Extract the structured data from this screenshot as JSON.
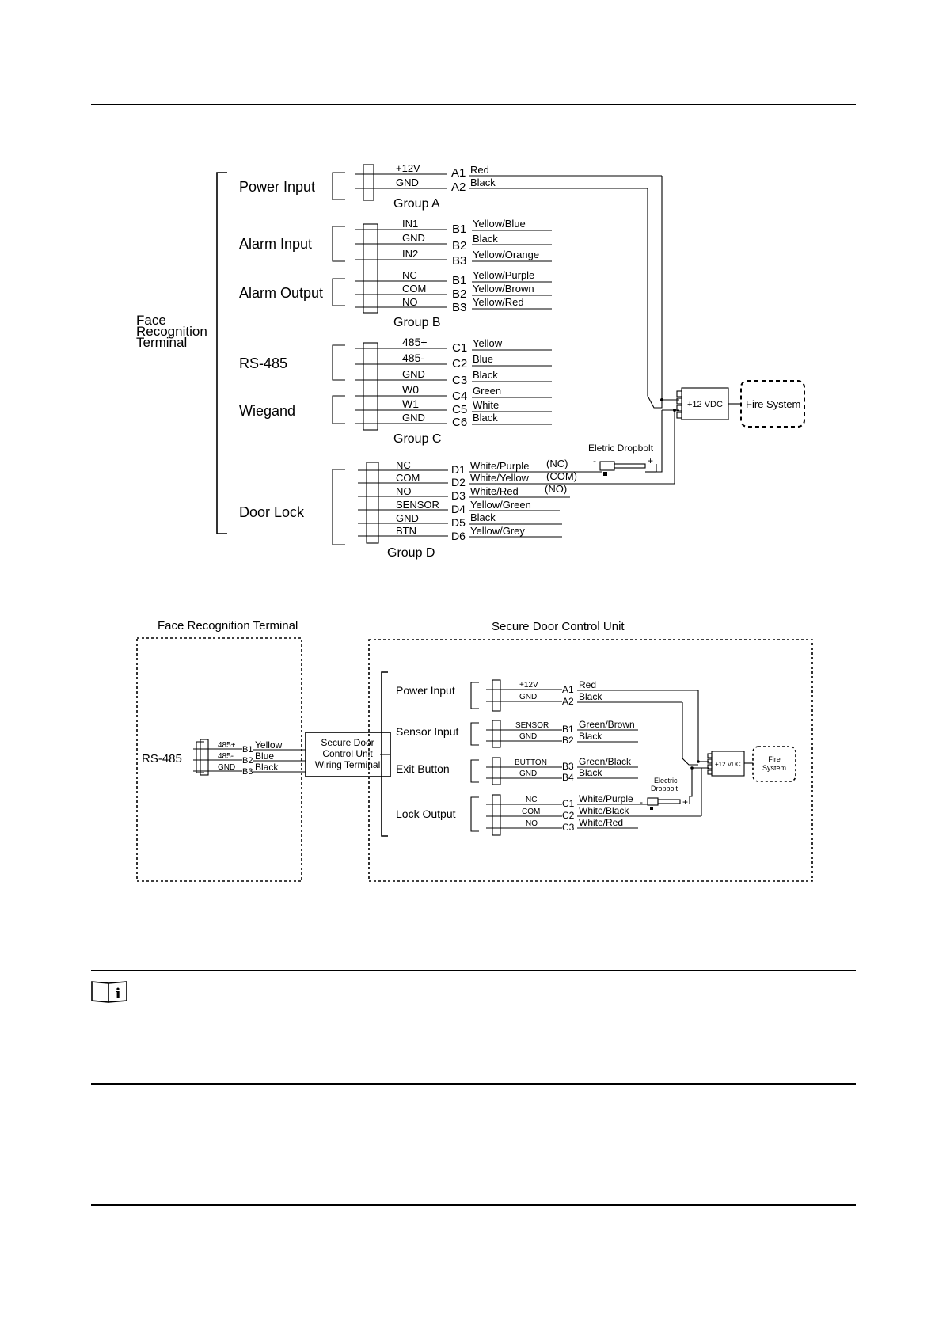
{
  "diagram1": {
    "terminal": [
      "Face",
      "Recognition",
      "Terminal"
    ],
    "power_input": "Power Input",
    "group_a": {
      "label": "Group A",
      "pins": [
        {
          "name": "+12V",
          "id": "A1",
          "color": "Red"
        },
        {
          "name": "GND",
          "id": "A2",
          "color": "Black"
        }
      ]
    },
    "alarm_input": "Alarm Input",
    "alarm_output": "Alarm Output",
    "group_b": {
      "label": "Group B",
      "pins": [
        {
          "name": "IN1",
          "id": "B1",
          "color": "Yellow/Blue"
        },
        {
          "name": "GND",
          "id": "B2",
          "color": "Black"
        },
        {
          "name": "IN2",
          "id": "B3",
          "color": "Yellow/Orange"
        },
        {
          "name": "NC",
          "id": "B1",
          "color": "Yellow/Purple"
        },
        {
          "name": "COM",
          "id": "B2",
          "color": "Yellow/Brown"
        },
        {
          "name": "NO",
          "id": "B3",
          "color": "Yellow/Red"
        }
      ]
    },
    "rs485": "RS-485",
    "wiegand": "Wiegand",
    "group_c": {
      "label": "Group C",
      "pins": [
        {
          "name": "485+",
          "id": "C1",
          "color": "Yellow"
        },
        {
          "name": "485-",
          "id": "C2",
          "color": "Blue"
        },
        {
          "name": "GND",
          "id": "C3",
          "color": "Black"
        },
        {
          "name": "W0",
          "id": "C4",
          "color": "Green"
        },
        {
          "name": "W1",
          "id": "C5",
          "color": "White"
        },
        {
          "name": "GND",
          "id": "C6",
          "color": "Black"
        }
      ]
    },
    "door_lock": "Door Lock",
    "group_d": {
      "label": "Group D",
      "pins": [
        {
          "name": "NC",
          "id": "D1",
          "color": "White/Purple",
          "note": "(NC)"
        },
        {
          "name": "COM",
          "id": "D2",
          "color": "White/Yellow",
          "note": "(COM)"
        },
        {
          "name": "NO",
          "id": "D3",
          "color": "White/Red",
          "note": "(NO)"
        },
        {
          "name": "SENSOR",
          "id": "D4",
          "color": "Yellow/Green",
          "note": ""
        },
        {
          "name": "GND",
          "id": "D5",
          "color": "Black",
          "note": ""
        },
        {
          "name": "BTN",
          "id": "D6",
          "color": "Yellow/Grey",
          "note": ""
        }
      ]
    },
    "dropbolt": "Eletric Dropbolt",
    "minus": "-",
    "plus": "+",
    "vdc": "+12 VDC",
    "fire": "Fire System"
  },
  "diagram2": {
    "frt_title": "Face Recognition Terminal",
    "sdcu_title": "Secure Door Control Unit",
    "rs485": "RS-485",
    "rs_pins": [
      {
        "name": "485+",
        "id": "B1",
        "color": "Yellow"
      },
      {
        "name": "485-",
        "id": "B2",
        "color": "Blue"
      },
      {
        "name": "GND",
        "id": "B3",
        "color": "Black"
      }
    ],
    "wiring_terminal": [
      "Secure Door",
      "Control Unit",
      "Wiring Terminal"
    ],
    "power_input": "Power Input",
    "power_pins": [
      {
        "name": "+12V",
        "id": "A1",
        "color": "Red"
      },
      {
        "name": "GND",
        "id": "A2",
        "color": "Black"
      }
    ],
    "sensor_input": "Sensor Input",
    "sensor_pins": [
      {
        "name": "SENSOR",
        "id": "B1",
        "color": "Green/Brown"
      },
      {
        "name": "GND",
        "id": "B2",
        "color": "Black"
      }
    ],
    "exit_button": "Exit Button",
    "exit_pins": [
      {
        "name": "BUTTON",
        "id": "B3",
        "color": "Green/Black"
      },
      {
        "name": "GND",
        "id": "B4",
        "color": "Black"
      }
    ],
    "lock_output": "Lock Output",
    "lock_pins": [
      {
        "name": "NC",
        "id": "C1",
        "color": "White/Purple"
      },
      {
        "name": "COM",
        "id": "C2",
        "color": "White/Black"
      },
      {
        "name": "NO",
        "id": "C3",
        "color": "White/Red"
      }
    ],
    "dropbolt": [
      "Electric",
      "Dropbolt"
    ],
    "minus": "-",
    "plus": "+",
    "vdc": "+12 VDC",
    "fire": [
      "Fire",
      "System"
    ]
  },
  "note_icon": "info-note-icon"
}
